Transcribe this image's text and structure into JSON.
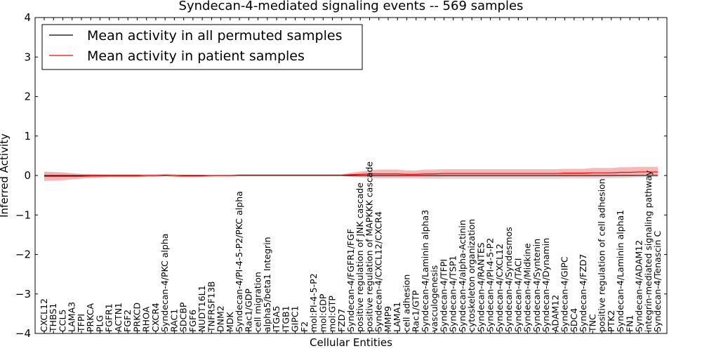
{
  "chart_data": {
    "type": "line",
    "title": "Syndecan-4-mediated signaling events -- 569 samples",
    "xlabel": "Cellular Entities",
    "ylabel": "Inferred Activity",
    "ylim": [
      -4,
      4
    ],
    "yticks": [
      -4,
      -3,
      -2,
      -1,
      0,
      1,
      2,
      3,
      4
    ],
    "ytick_labels": [
      "−4",
      "−3",
      "−2",
      "−1",
      "0",
      "1",
      "2",
      "3",
      "4"
    ],
    "grid": false,
    "legend_position": "top-left",
    "categories": [
      "CXCL12",
      "THBS1",
      "CCL5",
      "LAMA3",
      "TFPI",
      "PRKCA",
      "PLG",
      "FGFR1",
      "ACTN1",
      "FGF2",
      "PRKCD",
      "RHOA",
      "CXCR4",
      "Syndecan-4/PKC alpha",
      "RAC1",
      "SDCBP",
      "FGF6",
      "NUDT16L1",
      "TNFRSF13B",
      "DNM2",
      "MDK",
      "Syndecan-4/PI-4-5-P2/PKC alpha",
      "Rac1/GDP",
      "cell migration",
      "alpha5/beta1 Integrin",
      "ITGA5",
      "ITGB1",
      "GIPC1",
      "F2",
      "mol:PI-4-5-P2",
      "mol:GDP",
      "mol:GTP",
      "FZD7",
      "Syndecan-4/FGFR1/FGF",
      "positive regulation of JNK cascade",
      "positive regulation of MAPKKK cascade",
      "Syndecan-4/CXCL12/CXCR4",
      "MMP9",
      "LAMA1",
      "cell adhesion",
      "Rac1/GTP",
      "Syndecan-4/Laminin alpha3",
      "vasculogenesis",
      "Syndecan-4/TFPI",
      "Syndecan-4/TSP1",
      "Syndecan-4/alpha-Actinin",
      "cytoskeleton organization",
      "Syndecan-4/RANTES",
      "Syndecan-4/PI-4-5-P2",
      "Syndecan-4/CXCL12",
      "Syndecan-4/Syndesmos",
      "Syndecan-4/TACI",
      "Syndecan-4/Midkine",
      "Syndecan-4/Syntenin",
      "Syndecan-4/Dynamin",
      "ADAM12",
      "Syndecan-4/GIPC",
      "SDC4",
      "Syndecan-4/FZD7",
      "TNC",
      "positive regulation of cell adhesion",
      "PTK2",
      "Syndecan-4/Laminin alpha1",
      "FN1",
      "Syndecan-4/ADAM12",
      "integrin-mediated signaling pathway",
      "Syndecan-4/Tenascin C"
    ],
    "series": [
      {
        "name": "Mean activity in all permuted samples",
        "color": "#000000",
        "band_color": "#d9d9d9",
        "values": [
          0,
          0,
          0,
          0,
          0,
          0,
          0,
          0,
          0,
          0,
          0,
          0,
          0,
          0,
          0,
          0,
          0,
          0,
          0,
          0,
          0,
          0,
          0,
          0,
          0,
          0,
          0,
          0,
          0,
          0,
          0,
          0,
          0,
          0,
          0,
          0,
          0,
          0,
          0,
          0,
          0,
          0,
          0,
          0,
          0,
          0,
          0,
          0,
          0,
          0,
          0,
          0,
          0,
          0,
          0,
          0,
          0,
          0,
          0,
          0,
          0,
          0,
          0,
          0,
          0,
          0,
          0
        ],
        "band_low": [
          -0.08,
          -0.07,
          -0.06,
          -0.05,
          -0.04,
          -0.03,
          -0.03,
          -0.02,
          -0.02,
          -0.02,
          -0.02,
          -0.02,
          -0.01,
          -0.01,
          -0.02,
          -0.02,
          -0.02,
          -0.01,
          -0.01,
          -0.01,
          -0.01,
          -0.01,
          -0.01,
          -0.01,
          -0.01,
          -0.01,
          -0.01,
          -0.01,
          -0.01,
          -0.01,
          -0.01,
          -0.01,
          -0.01,
          -0.03,
          -0.05,
          -0.07,
          -0.08,
          -0.08,
          -0.08,
          -0.08,
          -0.08,
          -0.09,
          -0.09,
          -0.09,
          -0.09,
          -0.09,
          -0.09,
          -0.09,
          -0.09,
          -0.09,
          -0.09,
          -0.09,
          -0.09,
          -0.09,
          -0.09,
          -0.09,
          -0.08,
          -0.08,
          -0.08,
          -0.08,
          -0.08,
          -0.07,
          -0.07,
          -0.06,
          -0.05,
          -0.04,
          -0.04
        ],
        "band_high": [
          0.08,
          0.07,
          0.06,
          0.05,
          0.04,
          0.03,
          0.03,
          0.02,
          0.02,
          0.02,
          0.02,
          0.02,
          0.01,
          0.01,
          0.02,
          0.02,
          0.02,
          0.01,
          0.01,
          0.01,
          0.01,
          0.01,
          0.01,
          0.01,
          0.01,
          0.01,
          0.01,
          0.01,
          0.01,
          0.01,
          0.01,
          0.01,
          0.01,
          0.03,
          0.05,
          0.07,
          0.08,
          0.08,
          0.08,
          0.08,
          0.08,
          0.09,
          0.09,
          0.09,
          0.09,
          0.09,
          0.09,
          0.09,
          0.09,
          0.09,
          0.09,
          0.09,
          0.09,
          0.09,
          0.09,
          0.09,
          0.08,
          0.08,
          0.08,
          0.08,
          0.08,
          0.07,
          0.07,
          0.06,
          0.05,
          0.04,
          0.04
        ]
      },
      {
        "name": "Mean activity in patient samples",
        "color": "#ff0000",
        "band_color": "#f5a0a0",
        "values": [
          -0.02,
          -0.02,
          -0.02,
          -0.02,
          -0.02,
          -0.01,
          -0.01,
          -0.01,
          -0.01,
          -0.01,
          -0.01,
          0,
          0,
          0.01,
          0,
          -0.01,
          -0.01,
          -0.01,
          0,
          0,
          0,
          0.01,
          0.01,
          0.01,
          0.01,
          0.01,
          0.01,
          0.01,
          0.01,
          0.01,
          0.01,
          0.01,
          0.01,
          0.02,
          0.03,
          0.04,
          0.04,
          0.04,
          0.04,
          0.03,
          0.03,
          0.04,
          0.04,
          0.05,
          0.05,
          0.05,
          0.05,
          0.05,
          0.05,
          0.05,
          0.05,
          0.05,
          0.05,
          0.05,
          0.05,
          0.05,
          0.06,
          0.06,
          0.06,
          0.07,
          0.07,
          0.07,
          0.08,
          0.08,
          0.09,
          0.09,
          0.09
        ],
        "band_low": [
          -0.14,
          -0.13,
          -0.12,
          -0.1,
          -0.08,
          -0.06,
          -0.05,
          -0.04,
          -0.04,
          -0.04,
          -0.04,
          -0.03,
          -0.03,
          -0.02,
          -0.03,
          -0.04,
          -0.04,
          -0.03,
          -0.02,
          -0.02,
          -0.02,
          -0.01,
          -0.01,
          -0.01,
          -0.01,
          -0.01,
          -0.01,
          -0.01,
          -0.01,
          -0.01,
          -0.01,
          -0.01,
          -0.01,
          -0.03,
          -0.04,
          -0.04,
          -0.05,
          -0.05,
          -0.05,
          -0.05,
          -0.05,
          -0.05,
          -0.05,
          -0.04,
          -0.04,
          -0.04,
          -0.04,
          -0.04,
          -0.04,
          -0.04,
          -0.04,
          -0.04,
          -0.04,
          -0.04,
          -0.04,
          -0.04,
          -0.04,
          -0.04,
          -0.04,
          -0.04,
          -0.03,
          -0.03,
          -0.02,
          -0.02,
          -0.01,
          -0.01,
          -0.01
        ],
        "band_high": [
          0.1,
          0.09,
          0.08,
          0.06,
          0.04,
          0.04,
          0.03,
          0.03,
          0.03,
          0.03,
          0.03,
          0.03,
          0.03,
          0.04,
          0.03,
          0.02,
          0.02,
          0.02,
          0.02,
          0.02,
          0.02,
          0.03,
          0.03,
          0.03,
          0.03,
          0.03,
          0.03,
          0.03,
          0.03,
          0.03,
          0.03,
          0.03,
          0.03,
          0.07,
          0.1,
          0.13,
          0.15,
          0.15,
          0.15,
          0.13,
          0.13,
          0.15,
          0.15,
          0.16,
          0.16,
          0.16,
          0.16,
          0.16,
          0.16,
          0.16,
          0.16,
          0.16,
          0.16,
          0.16,
          0.16,
          0.16,
          0.17,
          0.17,
          0.17,
          0.19,
          0.19,
          0.19,
          0.21,
          0.21,
          0.22,
          0.22,
          0.22
        ]
      }
    ]
  }
}
